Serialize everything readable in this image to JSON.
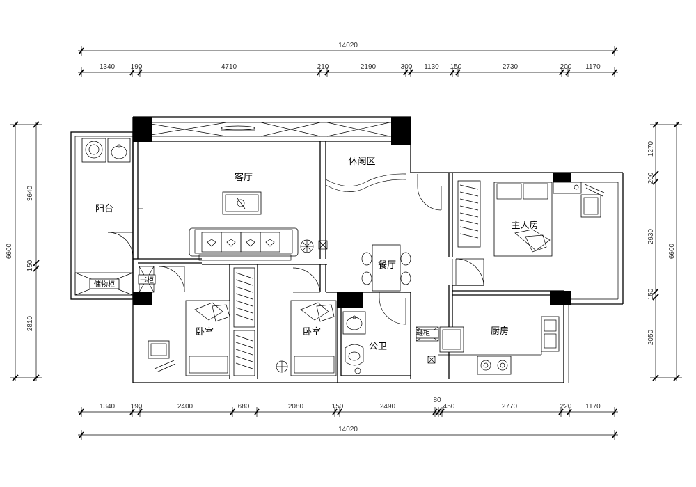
{
  "dimensions": {
    "top_total": "14020",
    "top": [
      "1340",
      "190",
      "4710",
      "210",
      "2190",
      "300",
      "1130",
      "150",
      "2730",
      "200",
      "1170"
    ],
    "bottom_total": "14020",
    "bottom": [
      "1340",
      "190",
      "2400",
      "680",
      "2080",
      "150",
      "2490",
      "80",
      "450",
      "2770",
      "220",
      "1170"
    ],
    "left_total": "6600",
    "left": [
      "3640",
      "150",
      "2810"
    ],
    "right_total": "6600",
    "right": [
      "1270",
      "200",
      "2930",
      "150",
      "2050"
    ]
  },
  "rooms": {
    "living_room": "客厅",
    "leisure_area": "休闲区",
    "balcony": "阳台",
    "storage_cabinet": "储物柜",
    "bookcase": "书柜",
    "master_bedroom": "主人房",
    "dining_room": "餐厅",
    "bedroom_1": "卧室",
    "bedroom_2": "卧室",
    "public_bathroom": "公卫",
    "shoe_cabinet": "鞋柜",
    "kitchen": "厨房"
  }
}
